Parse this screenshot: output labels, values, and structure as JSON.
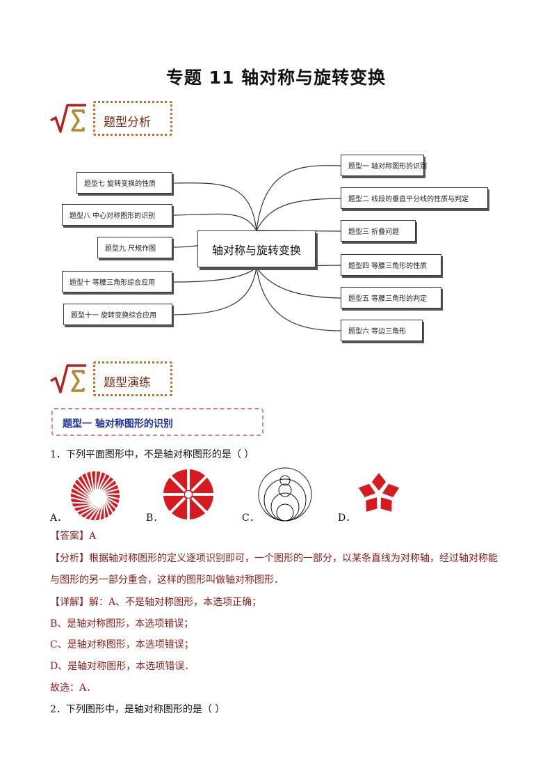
{
  "title": "专题 11  轴对称与旋转变换",
  "section1": {
    "icon": "sqrt-sigma-icon",
    "label": "题型分析"
  },
  "section2": {
    "icon": "sqrt-sigma-icon",
    "label": "题型演练"
  },
  "mindmap": {
    "center": "轴对称与旋转变换",
    "left": [
      "题型七  旋转变换的性质",
      "题型八  中心对称图形的识别",
      "题型九  尺规作图",
      "题型十  等腰三角形综合应用",
      "题型十一  旋转变换综合应用"
    ],
    "right": [
      "题型一  轴对称图形的识别",
      "题型二  线段的垂直平分线的性质与判定",
      "题型三  折叠问题",
      "题型四  等腰三角形的性质",
      "题型五  等腰三角形的判定",
      "题型六  等边三角形"
    ]
  },
  "topic1": "题型一    轴对称图形的识别",
  "q1": {
    "stem": "1．下列平面图形中，不是轴对称图形的是（    ）",
    "options": [
      "A．",
      "B．",
      "C．",
      "D．"
    ],
    "answer_tag": "【答案】",
    "answer": "A",
    "analysis_tag": "【分析】",
    "analysis_1": "根据轴对称图形的定义逐项识别即可，一个图形的一部分，以某条直线为对称轴，经过轴对称能",
    "analysis_2": "与图形的另一部分重合，这样的图形叫做轴对称图形．",
    "detail_tag": "【详解】",
    "detail_1": "解：A、不是轴对称图形，本选项正确；",
    "detail_2": "B、是轴对称图形，本选项错误；",
    "detail_3": "C、是轴对称图形，本选项错误；",
    "detail_4": "D、是轴对称图形，本选项错误．",
    "choose": "故选：A．"
  },
  "q2": {
    "stem": "2．下列图形中，是轴对称图形的是（        ）"
  },
  "colors": {
    "accent_red": "#d71920",
    "box_orange": "#c0702a",
    "topic_blue": "#1c2fa0"
  }
}
